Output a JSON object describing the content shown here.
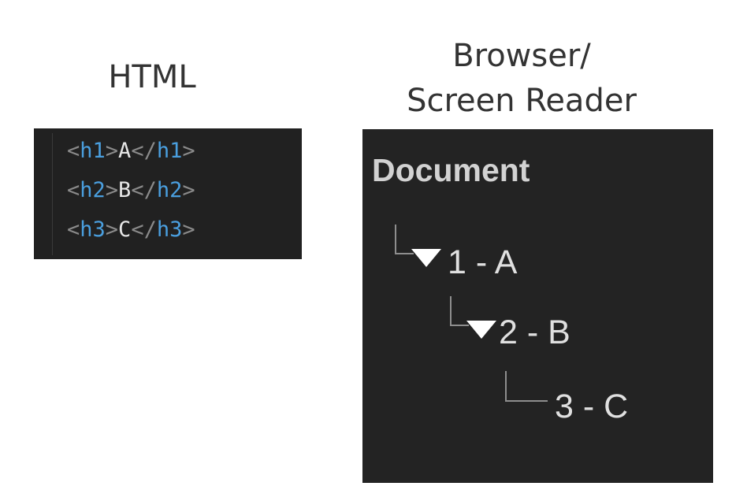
{
  "captions": {
    "html": "HTML",
    "browser_line1": "Browser/",
    "browser_line2": "Screen Reader"
  },
  "code": {
    "lines": [
      {
        "open_tag": "h1",
        "text": "A",
        "close_tag": "h1"
      },
      {
        "open_tag": "h2",
        "text": "B",
        "close_tag": "h2"
      },
      {
        "open_tag": "h3",
        "text": "C",
        "close_tag": "h3"
      }
    ],
    "colors": {
      "background": "#212121",
      "tag": "#4a9fdf",
      "punctuation": "#8a8a8a",
      "text": "#e6e6e6"
    }
  },
  "tree": {
    "root": "Document",
    "nodes": [
      {
        "label": "1 - A",
        "expanded": true
      },
      {
        "label": "2 - B",
        "expanded": true
      },
      {
        "label": "3 - C",
        "expanded": false
      }
    ],
    "colors": {
      "background": "#232323",
      "text": "#e0e0e0",
      "branch": "#8e8e8e",
      "caret": "#ffffff"
    }
  }
}
